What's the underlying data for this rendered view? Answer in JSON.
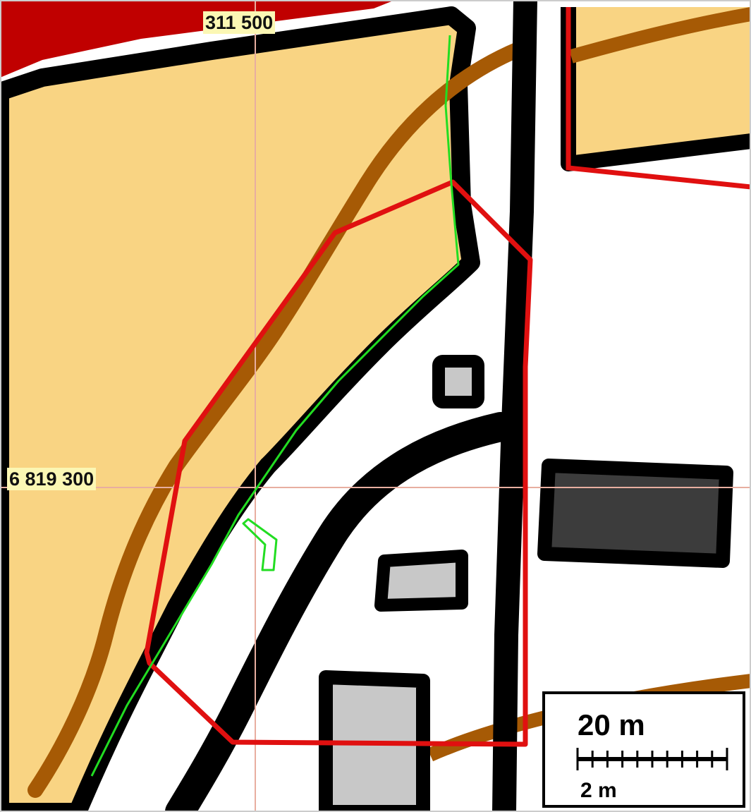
{
  "map": {
    "grid": {
      "easting_label": "311 500",
      "northing_label": "6 819 300"
    },
    "scale": {
      "major_label": "20 m",
      "minor_label": "2 m",
      "subdivisions": 10
    }
  },
  "colors": {
    "land_fill": "#f9d483",
    "water_dark_red": "#c00000",
    "road_casing": "#000000",
    "contour_brown": "#a65a05",
    "boundary_red": "#e01010",
    "trace_green": "#22dd22",
    "grid_line": "#e8aea0",
    "building_dark": "#3c3c3c",
    "building_light": "#c8c8c8",
    "label_bg": "#fbf7b4"
  },
  "icons": {
    "scale_bar": "scale-bar-icon"
  }
}
